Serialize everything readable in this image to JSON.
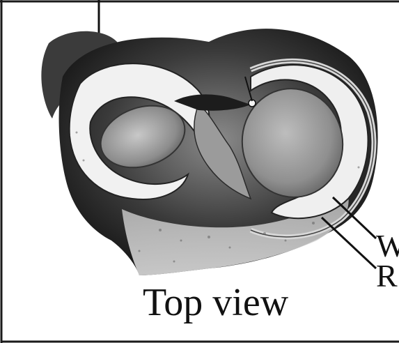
{
  "labels": {
    "w_zone": "W",
    "r_zone": "R"
  },
  "caption": "Top view"
}
